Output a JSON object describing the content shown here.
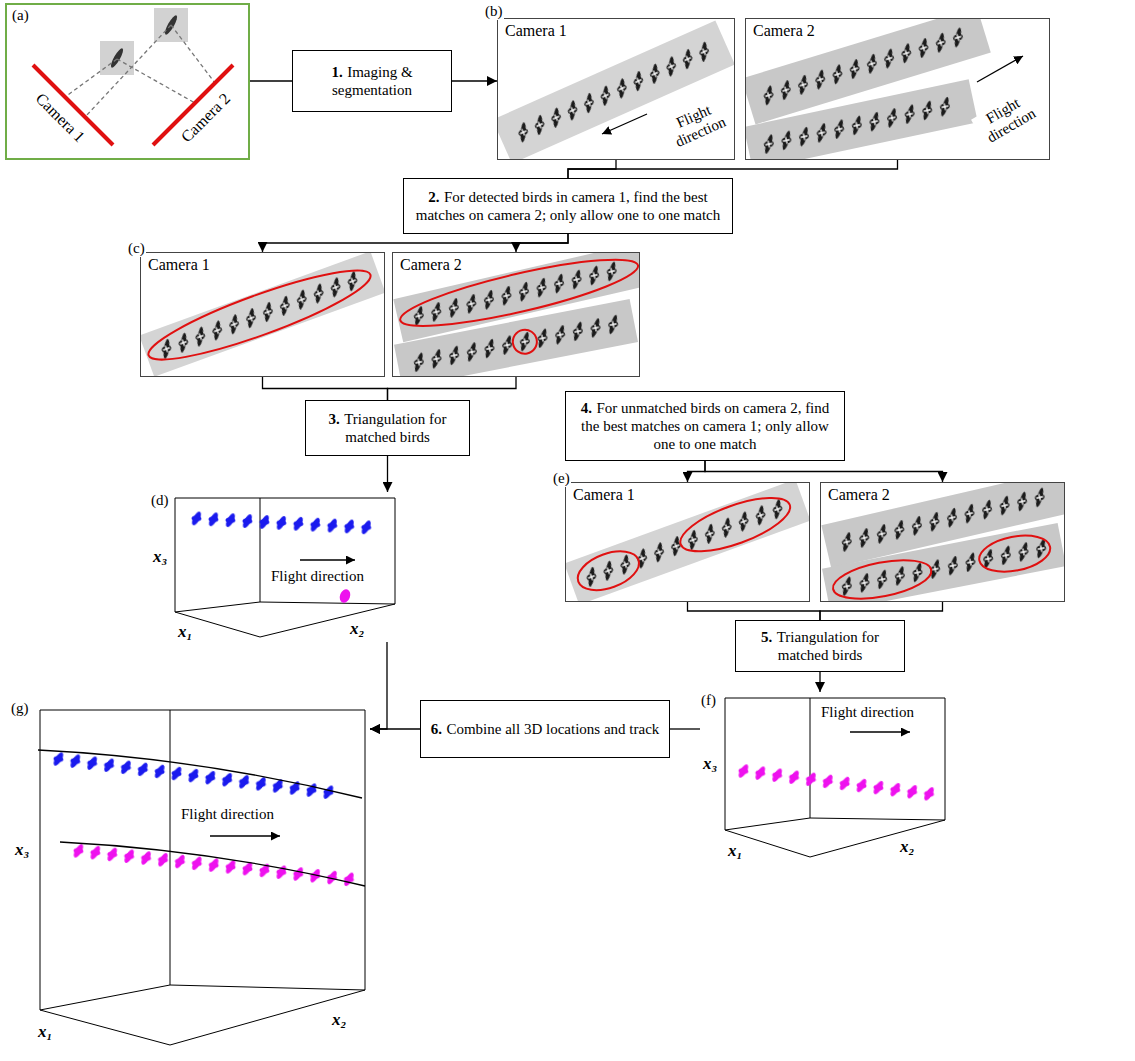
{
  "diagram": {
    "nodes": [
      {
        "text": [
          "(a)",
          "Camera 1",
          "Camera 2"
        ]
      },
      {
        "text": [
          "1.",
          "Imaging & segmentation"
        ]
      },
      {
        "text": [
          "(b)",
          "Camera 1",
          "Flight direction"
        ]
      },
      {
        "text": [
          "Camera 2",
          "Flight direction"
        ]
      },
      {
        "text": [
          "2.",
          "For detected birds in camera 1, find the best matches on camera 2; only allow one to one match"
        ]
      },
      {
        "text": [
          "(c)",
          "Camera 1"
        ]
      },
      {
        "text": [
          "Camera 2"
        ]
      },
      {
        "text": [
          "3.",
          "Triangulation for matched birds"
        ]
      },
      {
        "text": [
          "4.",
          "For unmatched birds on camera 2, find the best matches on camera 1; only allow one to one match"
        ]
      },
      {
        "text": [
          "(d)",
          "x₃",
          "Flight direction",
          "x₁",
          "x₂"
        ]
      },
      {
        "text": [
          "(e)",
          "Camera 1"
        ]
      },
      {
        "text": [
          "Camera 2"
        ]
      },
      {
        "text": [
          "5.",
          "Triangulation for matched birds"
        ]
      },
      {
        "text": [
          "(f)",
          "x₃",
          "Flight direction",
          "x₁",
          "x₂"
        ]
      },
      {
        "text": [
          "6.",
          "Combine all 3D locations and track"
        ]
      },
      {
        "text": [
          "(g)",
          "x₃",
          "Flight direction",
          "x₁",
          "x₂"
        ]
      }
    ],
    "edges": [
      {
        "from": 0,
        "to": 1,
        "arrow": "none"
      },
      {
        "from": 1,
        "to": 2,
        "arrow": "to"
      },
      {
        "from": 2,
        "to": 4,
        "arrow": "none"
      },
      {
        "from": 3,
        "to": 4,
        "arrow": "none"
      },
      {
        "from": 4,
        "to": 5,
        "arrow": "to"
      },
      {
        "from": 4,
        "to": 6,
        "arrow": "to"
      },
      {
        "from": 5,
        "to": 7,
        "arrow": "none"
      },
      {
        "from": 6,
        "to": 7,
        "arrow": "none"
      },
      {
        "from": 7,
        "to": 9,
        "arrow": "to"
      },
      {
        "from": 8,
        "to": 10,
        "arrow": "to"
      },
      {
        "from": 8,
        "to": 11,
        "arrow": "to"
      },
      {
        "from": 10,
        "to": 12,
        "arrow": "none"
      },
      {
        "from": 11,
        "to": 12,
        "arrow": "none"
      },
      {
        "from": 12,
        "to": 13,
        "arrow": "to"
      },
      {
        "from": 13,
        "to": 14,
        "arrow": "none"
      },
      {
        "from": 14,
        "to": 15,
        "arrow": "to"
      },
      {
        "from": 9,
        "to": 15,
        "arrow": "to"
      }
    ]
  }
}
